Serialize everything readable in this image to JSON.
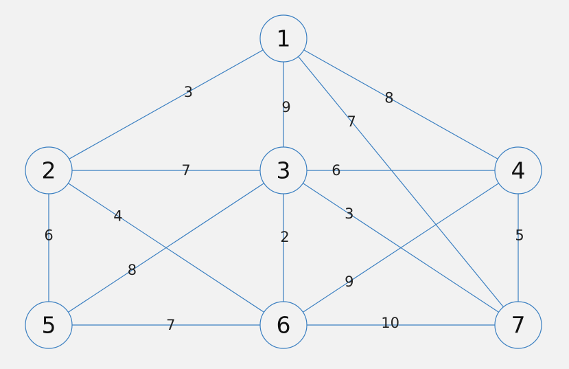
{
  "graph": {
    "colors": {
      "edge": "#3a7fc1",
      "node_border": "#3a7fc1",
      "background": "#f2f2f2",
      "text": "#222222"
    },
    "nodes": [
      {
        "id": "1",
        "label": "1"
      },
      {
        "id": "2",
        "label": "2"
      },
      {
        "id": "3",
        "label": "3"
      },
      {
        "id": "4",
        "label": "4"
      },
      {
        "id": "5",
        "label": "5"
      },
      {
        "id": "6",
        "label": "6"
      },
      {
        "id": "7",
        "label": "7"
      }
    ],
    "edges": [
      {
        "from": "1",
        "to": "2",
        "weight": "3"
      },
      {
        "from": "1",
        "to": "3",
        "weight": "9"
      },
      {
        "from": "1",
        "to": "4",
        "weight": "8"
      },
      {
        "from": "1",
        "to": "7",
        "weight": "7"
      },
      {
        "from": "2",
        "to": "3",
        "weight": "7"
      },
      {
        "from": "2",
        "to": "5",
        "weight": "6"
      },
      {
        "from": "2",
        "to": "6",
        "weight": "4"
      },
      {
        "from": "3",
        "to": "4",
        "weight": "6"
      },
      {
        "from": "3",
        "to": "5",
        "weight": "8"
      },
      {
        "from": "3",
        "to": "6",
        "weight": "2"
      },
      {
        "from": "3",
        "to": "7",
        "weight": "3"
      },
      {
        "from": "4",
        "to": "6",
        "weight": "9"
      },
      {
        "from": "4",
        "to": "7",
        "weight": "5"
      },
      {
        "from": "5",
        "to": "6",
        "weight": "7"
      },
      {
        "from": "6",
        "to": "7",
        "weight": "10"
      }
    ]
  }
}
